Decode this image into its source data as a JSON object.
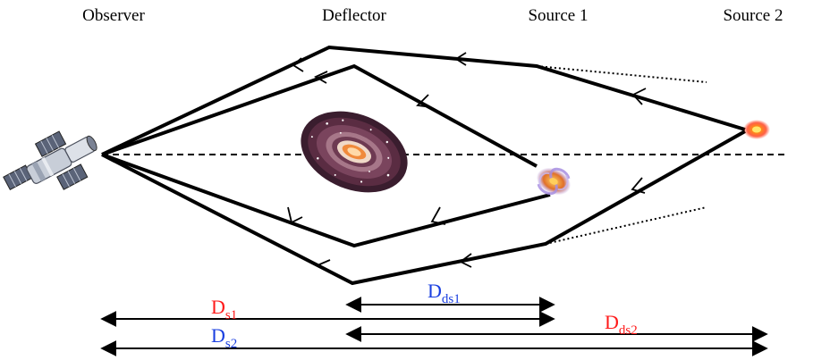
{
  "labels": {
    "observer": "Observer",
    "deflector": "Deflector",
    "source1": "Source 1",
    "source2": "Source 2"
  },
  "distances": {
    "ds1": {
      "main": "D",
      "sub": "ds1"
    },
    "s1": {
      "main": "D",
      "sub": "s1"
    },
    "ds2": {
      "main": "D",
      "sub": "ds2"
    },
    "s2": {
      "main": "D",
      "sub": "s2"
    }
  },
  "colors": {
    "red": "#ff1a1a",
    "blue": "#1a3fe0",
    "ray": "#000000"
  },
  "icons": {
    "observer": "satellite-telescope-icon",
    "deflector": "galaxy-icon",
    "source1": "spiral-galaxy-icon",
    "source2": "red-glow-source-icon"
  }
}
